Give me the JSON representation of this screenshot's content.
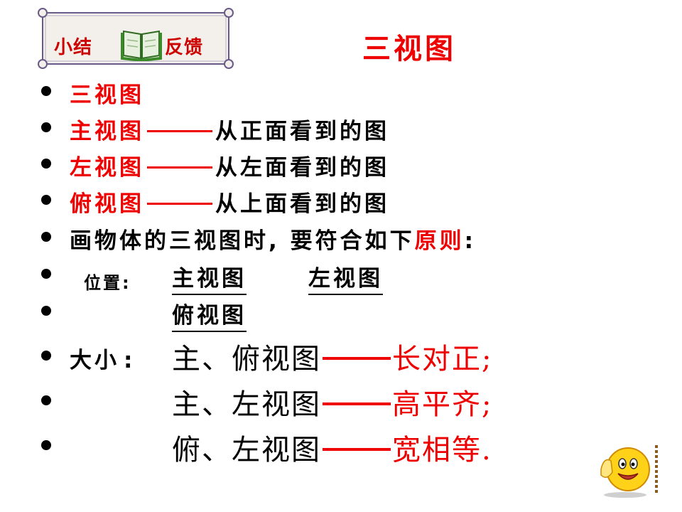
{
  "banner": {
    "left": "小结",
    "right": "反馈"
  },
  "title": "三视图",
  "items": [
    {
      "text": "三视图"
    },
    {
      "term": "主视图",
      "desc": "从正面看到的图"
    },
    {
      "term": "左视图",
      "desc": "从左面看到的图"
    },
    {
      "term": "俯视图",
      "desc": "从上面看到的图"
    }
  ],
  "principle": {
    "text": "画物体的三视图时, 要符合如下",
    "highlight": "原则",
    "colon": ":"
  },
  "position": {
    "label": "位置",
    "colon": ":",
    "main": "主视图",
    "left": "左视图",
    "top": "俯视图"
  },
  "size": {
    "label": "大小",
    "colon": ":",
    "rows": [
      {
        "views": "主、俯视图",
        "rule": "长对正;"
      },
      {
        "views": "主、左视图",
        "rule": "高平齐;"
      },
      {
        "views": "俯、左视图",
        "rule": "宽相等."
      }
    ]
  },
  "colors": {
    "accent_red": "#ee0000",
    "text": "#000000",
    "book_green": "#3a8a2a"
  },
  "icons": {
    "book": "book-icon",
    "smiley": "smiley-thumbs-up-icon"
  }
}
